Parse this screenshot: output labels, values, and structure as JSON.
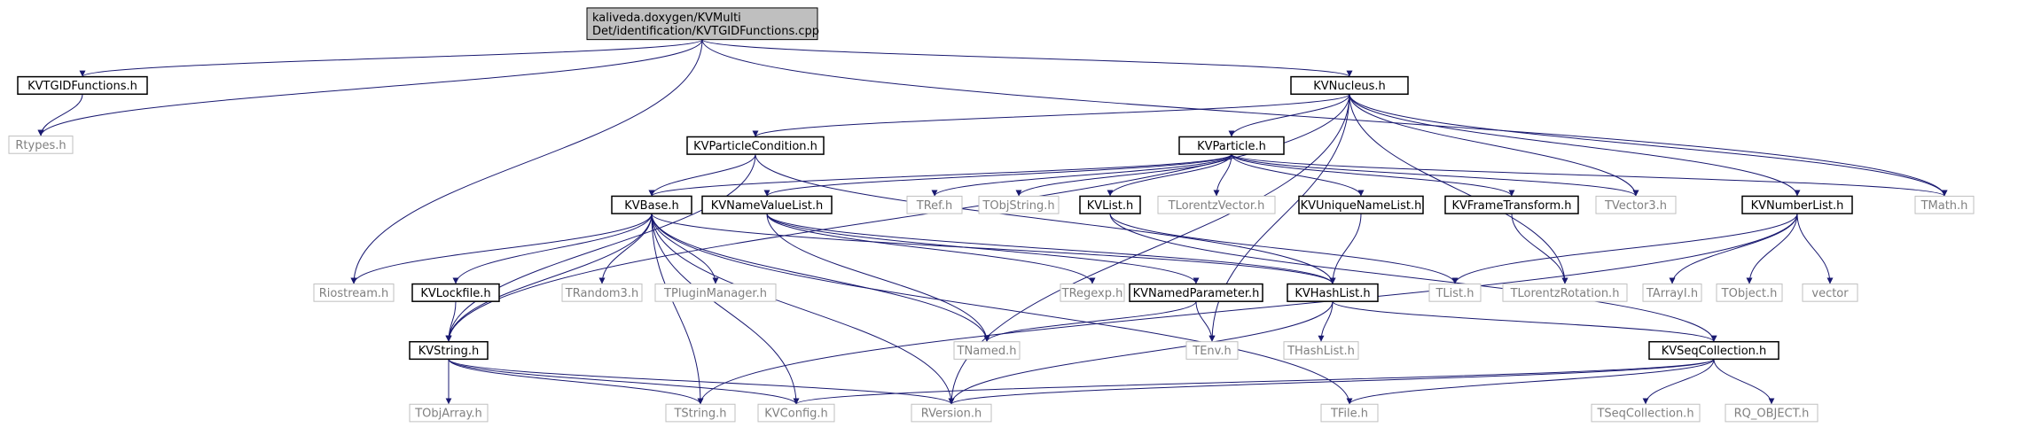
{
  "colors": {
    "edge": "#191970",
    "root_fill": "#bfbfbf",
    "node_fill": "#ffffff",
    "documented_border": "#000000",
    "undocumented_border": "#bfbfbf",
    "undocumented_text": "#808080",
    "text": "#000000"
  },
  "nodes": [
    {
      "id": "root",
      "lines": [
        "kaliveda.doxygen/KVMulti",
        "Det/identification/KVTGIDFunctions.cpp"
      ],
      "style": "root"
    },
    {
      "id": "KVTGIDFunctions",
      "lines": [
        "KVTGIDFunctions.h"
      ],
      "style": "documented"
    },
    {
      "id": "KVNucleus",
      "lines": [
        "KVNucleus.h"
      ],
      "style": "documented"
    },
    {
      "id": "Rtypes",
      "lines": [
        "Rtypes.h"
      ],
      "style": "undocumented"
    },
    {
      "id": "KVParticleCondition",
      "lines": [
        "KVParticleCondition.h"
      ],
      "style": "documented"
    },
    {
      "id": "KVParticle",
      "lines": [
        "KVParticle.h"
      ],
      "style": "documented"
    },
    {
      "id": "KVBase",
      "lines": [
        "KVBase.h"
      ],
      "style": "documented"
    },
    {
      "id": "KVNameValueList",
      "lines": [
        "KVNameValueList.h"
      ],
      "style": "documented"
    },
    {
      "id": "TRef",
      "lines": [
        "TRef.h"
      ],
      "style": "undocumented"
    },
    {
      "id": "TObjString",
      "lines": [
        "TObjString.h"
      ],
      "style": "undocumented"
    },
    {
      "id": "KVList",
      "lines": [
        "KVList.h"
      ],
      "style": "documented"
    },
    {
      "id": "TLorentzVector",
      "lines": [
        "TLorentzVector.h"
      ],
      "style": "undocumented"
    },
    {
      "id": "KVUniqueNameList",
      "lines": [
        "KVUniqueNameList.h"
      ],
      "style": "documented"
    },
    {
      "id": "KVFrameTransform",
      "lines": [
        "KVFrameTransform.h"
      ],
      "style": "documented"
    },
    {
      "id": "TVector3",
      "lines": [
        "TVector3.h"
      ],
      "style": "undocumented"
    },
    {
      "id": "KVNumberList",
      "lines": [
        "KVNumberList.h"
      ],
      "style": "documented"
    },
    {
      "id": "TMath",
      "lines": [
        "TMath.h"
      ],
      "style": "undocumented"
    },
    {
      "id": "Riostream",
      "lines": [
        "Riostream.h"
      ],
      "style": "undocumented"
    },
    {
      "id": "KVLockfile",
      "lines": [
        "KVLockfile.h"
      ],
      "style": "documented"
    },
    {
      "id": "TRandom3",
      "lines": [
        "TRandom3.h"
      ],
      "style": "undocumented"
    },
    {
      "id": "TPluginManager",
      "lines": [
        "TPluginManager.h"
      ],
      "style": "undocumented"
    },
    {
      "id": "KVNamedParameter",
      "lines": [
        "KVNamedParameter.h"
      ],
      "style": "documented"
    },
    {
      "id": "TRegexp",
      "lines": [
        "TRegexp.h"
      ],
      "style": "undocumented"
    },
    {
      "id": "KVHashList",
      "lines": [
        "KVHashList.h"
      ],
      "style": "documented"
    },
    {
      "id": "TList",
      "lines": [
        "TList.h"
      ],
      "style": "undocumented"
    },
    {
      "id": "TLorentzRotation",
      "lines": [
        "TLorentzRotation.h"
      ],
      "style": "undocumented"
    },
    {
      "id": "TArrayI",
      "lines": [
        "TArrayI.h"
      ],
      "style": "undocumented"
    },
    {
      "id": "TObject",
      "lines": [
        "TObject.h"
      ],
      "style": "undocumented"
    },
    {
      "id": "vector",
      "lines": [
        "vector"
      ],
      "style": "undocumented"
    },
    {
      "id": "KVString",
      "lines": [
        "KVString.h"
      ],
      "style": "documented"
    },
    {
      "id": "TNamed",
      "lines": [
        "TNamed.h"
      ],
      "style": "undocumented"
    },
    {
      "id": "TEnv",
      "lines": [
        "TEnv.h"
      ],
      "style": "undocumented"
    },
    {
      "id": "THashList",
      "lines": [
        "THashList.h"
      ],
      "style": "undocumented"
    },
    {
      "id": "KVSeqCollection",
      "lines": [
        "KVSeqCollection.h"
      ],
      "style": "documented"
    },
    {
      "id": "TObjArray",
      "lines": [
        "TObjArray.h"
      ],
      "style": "undocumented"
    },
    {
      "id": "TString",
      "lines": [
        "TString.h"
      ],
      "style": "undocumented"
    },
    {
      "id": "KVConfig",
      "lines": [
        "KVConfig.h"
      ],
      "style": "undocumented"
    },
    {
      "id": "RVersion",
      "lines": [
        "RVersion.h"
      ],
      "style": "undocumented"
    },
    {
      "id": "TFile",
      "lines": [
        "TFile.h"
      ],
      "style": "undocumented"
    },
    {
      "id": "TSeqCollection",
      "lines": [
        "TSeqCollection.h"
      ],
      "style": "undocumented"
    },
    {
      "id": "RQ_OBJECT",
      "lines": [
        "RQ_OBJECT.h"
      ],
      "style": "undocumented"
    }
  ],
  "edges": [
    [
      "root",
      "KVTGIDFunctions"
    ],
    [
      "root",
      "KVNucleus"
    ],
    [
      "root",
      "Rtypes"
    ],
    [
      "root",
      "Riostream"
    ],
    [
      "root",
      "TMath"
    ],
    [
      "KVTGIDFunctions",
      "Rtypes"
    ],
    [
      "KVNucleus",
      "KVParticleCondition"
    ],
    [
      "KVNucleus",
      "KVParticle"
    ],
    [
      "KVNucleus",
      "KVNumberList"
    ],
    [
      "KVNucleus",
      "TVector3"
    ],
    [
      "KVNucleus",
      "TMath"
    ],
    [
      "KVNucleus",
      "TLorentzRotation"
    ],
    [
      "KVNucleus",
      "KVString"
    ],
    [
      "KVNucleus",
      "TEnv"
    ],
    [
      "KVNucleus",
      "RVersion"
    ],
    [
      "KVParticleCondition",
      "KVBase"
    ],
    [
      "KVParticleCondition",
      "KVString"
    ],
    [
      "KVParticleCondition",
      "KVHashList"
    ],
    [
      "KVParticle",
      "KVBase"
    ],
    [
      "KVParticle",
      "KVNameValueList"
    ],
    [
      "KVParticle",
      "TRef"
    ],
    [
      "KVParticle",
      "TObjString"
    ],
    [
      "KVParticle",
      "KVList"
    ],
    [
      "KVParticle",
      "TLorentzVector"
    ],
    [
      "KVParticle",
      "KVUniqueNameList"
    ],
    [
      "KVParticle",
      "KVFrameTransform"
    ],
    [
      "KVParticle",
      "TVector3"
    ],
    [
      "KVParticle",
      "TMath"
    ],
    [
      "KVBase",
      "Riostream"
    ],
    [
      "KVBase",
      "KVLockfile"
    ],
    [
      "KVBase",
      "TRandom3"
    ],
    [
      "KVBase",
      "TPluginManager"
    ],
    [
      "KVBase",
      "KVString"
    ],
    [
      "KVBase",
      "TNamed"
    ],
    [
      "KVBase",
      "TString"
    ],
    [
      "KVBase",
      "KVConfig"
    ],
    [
      "KVBase",
      "RVersion"
    ],
    [
      "KVBase",
      "TFile"
    ],
    [
      "KVBase",
      "KVHashList"
    ],
    [
      "KVNameValueList",
      "KVNamedParameter"
    ],
    [
      "KVNameValueList",
      "TRegexp"
    ],
    [
      "KVNameValueList",
      "KVHashList"
    ],
    [
      "KVNameValueList",
      "TNamed"
    ],
    [
      "KVList",
      "KVSeqCollection"
    ],
    [
      "KVList",
      "TList"
    ],
    [
      "KVUniqueNameList",
      "KVHashList"
    ],
    [
      "KVFrameTransform",
      "TLorentzRotation"
    ],
    [
      "KVNumberList",
      "TList"
    ],
    [
      "KVNumberList",
      "TArrayI"
    ],
    [
      "KVNumberList",
      "TObject"
    ],
    [
      "KVNumberList",
      "vector"
    ],
    [
      "KVNumberList",
      "TString"
    ],
    [
      "KVLockfile",
      "KVString"
    ],
    [
      "KVNamedParameter",
      "TNamed"
    ],
    [
      "KVNamedParameter",
      "TEnv"
    ],
    [
      "KVHashList",
      "THashList"
    ],
    [
      "KVHashList",
      "KVSeqCollection"
    ],
    [
      "KVHashList",
      "RVersion"
    ],
    [
      "KVString",
      "TObjArray"
    ],
    [
      "KVString",
      "TString"
    ],
    [
      "KVString",
      "KVConfig"
    ],
    [
      "KVString",
      "RVersion"
    ],
    [
      "KVSeqCollection",
      "TSeqCollection"
    ],
    [
      "KVSeqCollection",
      "RQ_OBJECT"
    ],
    [
      "KVSeqCollection",
      "KVConfig"
    ],
    [
      "KVSeqCollection",
      "RVersion"
    ],
    [
      "KVSeqCollection",
      "TFile"
    ]
  ]
}
